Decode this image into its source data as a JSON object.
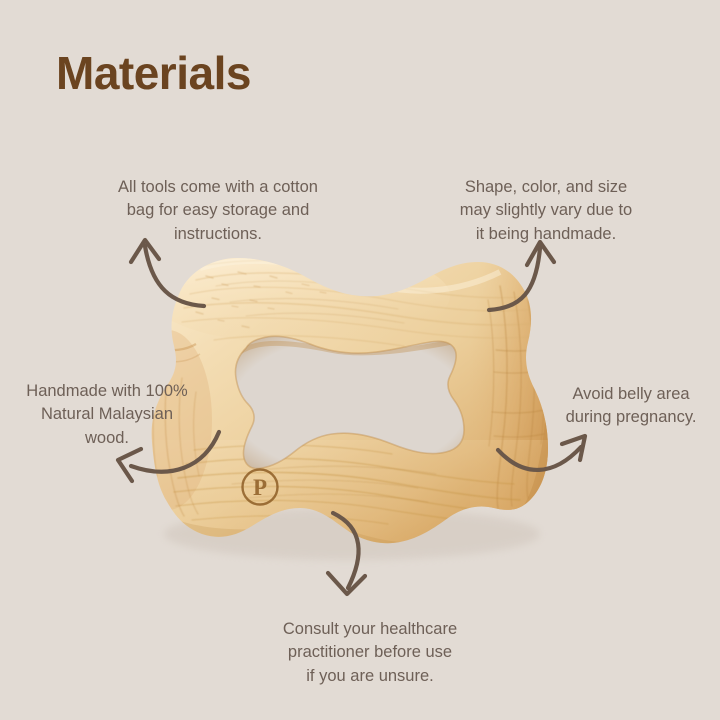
{
  "poster": {
    "background_color": "#e2dbd4",
    "title": "Materials",
    "title_color": "#6b4420",
    "caption_color": "#6e6057",
    "arrow_color": "#6b584a"
  },
  "captions": [
    {
      "id": "cotton-bag",
      "text": "All tools come with a cotton\nbag for easy storage and\ninstructions.",
      "arrow": "curved-arrow-up-left"
    },
    {
      "id": "handmade-variation",
      "text": "Shape, color, and size\nmay slightly vary due to\nit being handmade.",
      "arrow": "curved-arrow-up-right"
    },
    {
      "id": "natural-wood",
      "text": "Handmade with 100%\nNatural Malaysian\nwood.",
      "arrow": "curved-arrow-left"
    },
    {
      "id": "belly-area",
      "text": "Avoid belly area\nduring pregnancy.",
      "arrow": "curved-arrow-right"
    },
    {
      "id": "consult-practitioner",
      "text": "Consult your healthcare\npractitioner before use\nif you are unsure.",
      "arrow": "curved-arrow-down"
    }
  ],
  "product": {
    "name": "wooden-gua-sha-body-tool",
    "material": "wood",
    "brand_mark": "P",
    "brand_mark_shape": "circle",
    "wood_colors": {
      "highlight": "#f7e4c1",
      "light": "#f2d9ae",
      "mid": "#e8c48c",
      "dark": "#d9a663",
      "edge": "#c4873f",
      "shadow": "#b4762f"
    }
  }
}
